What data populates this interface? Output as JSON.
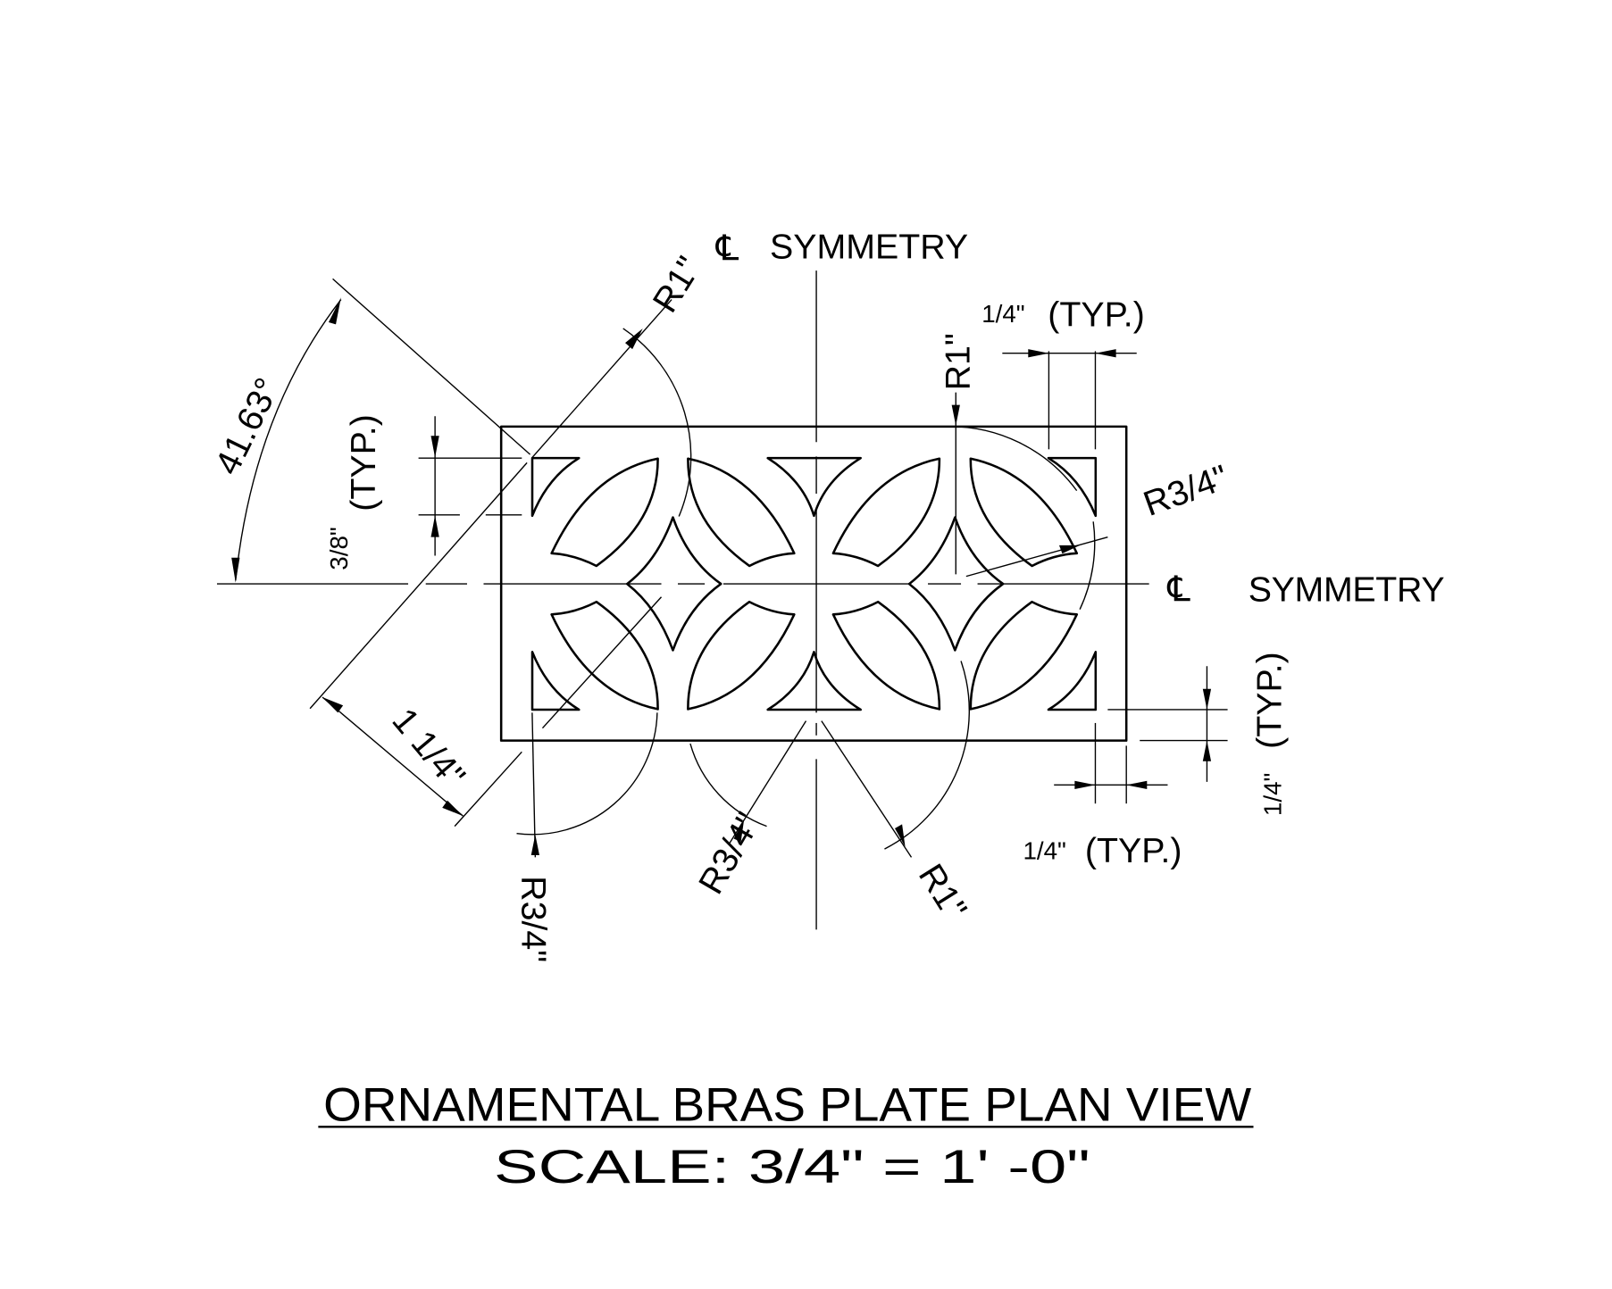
{
  "drawing": {
    "title": "ORNAMENTAL  BRAS  PLATE  PLAN  VIEW",
    "scale": "SCALE:  3/4\"  =  1'  -0\"",
    "centerline_symbol": "℄",
    "centerline_top_label": "SYMMETRY",
    "centerline_right_label": "SYMMETRY"
  },
  "dimensions": {
    "angle": "41.63°",
    "left_typ": "(TYP.)",
    "left_fraction": "3/8\"",
    "diagonal_length": "1 1/4\"",
    "radius_top_left": "R1\"",
    "radius_top_right": "R1\"",
    "radius_right": "R3/4\"",
    "radius_bottom_left": "R3/4\"",
    "radius_bottom_middle": "R3/4\"",
    "radius_bottom_right": "R1\"",
    "top_right_fraction": "1/4\"",
    "top_right_typ": "(TYP.)",
    "bottom_right_fraction": "1/4\"",
    "bottom_right_typ": "(TYP.)",
    "right_fraction": "1/4\"",
    "right_typ": "(TYP.)"
  }
}
